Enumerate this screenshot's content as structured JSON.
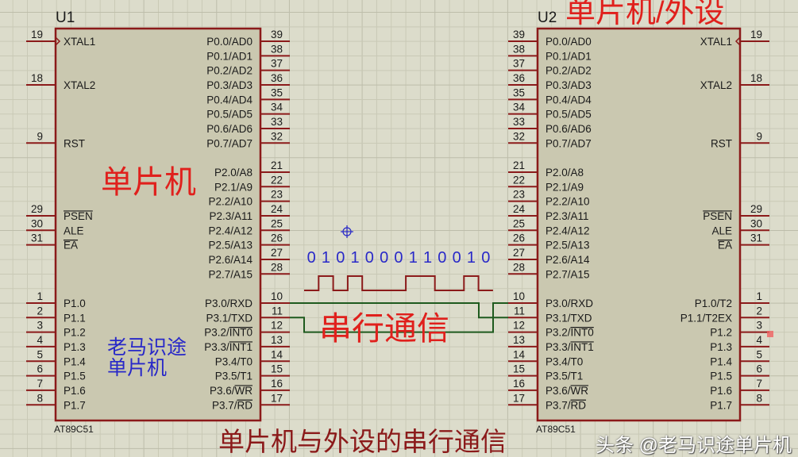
{
  "colors": {
    "background": "#dcdccb",
    "grid": "#c9c9b6",
    "chip_fill": "#cac8b0",
    "chip_border": "#8b1a1a",
    "pin": "#8b1a1a",
    "wire": "#1e5a1e",
    "annotation_red": "#e0201c",
    "annotation_blue": "#2828c8",
    "title_red": "#8b1a1a"
  },
  "u1": {
    "ref": "U1",
    "part": "AT89C51",
    "left_pins": [
      {
        "num": "19",
        "label": "XTAL1"
      },
      {
        "num": "18",
        "label": "XTAL2"
      },
      {
        "num": "9",
        "label": "RST"
      },
      {
        "num": "29",
        "label": "PSEN",
        "overbar": "PSEN"
      },
      {
        "num": "30",
        "label": "ALE"
      },
      {
        "num": "31",
        "label": "EA",
        "overbar": "EA"
      },
      {
        "num": "1",
        "label": "P1.0"
      },
      {
        "num": "2",
        "label": "P1.1"
      },
      {
        "num": "3",
        "label": "P1.2"
      },
      {
        "num": "4",
        "label": "P1.3"
      },
      {
        "num": "5",
        "label": "P1.4"
      },
      {
        "num": "6",
        "label": "P1.5"
      },
      {
        "num": "7",
        "label": "P1.6"
      },
      {
        "num": "8",
        "label": "P1.7"
      }
    ],
    "right_pins": [
      {
        "num": "39",
        "label": "P0.0/AD0"
      },
      {
        "num": "38",
        "label": "P0.1/AD1"
      },
      {
        "num": "37",
        "label": "P0.2/AD2"
      },
      {
        "num": "36",
        "label": "P0.3/AD3"
      },
      {
        "num": "35",
        "label": "P0.4/AD4"
      },
      {
        "num": "34",
        "label": "P0.5/AD5"
      },
      {
        "num": "33",
        "label": "P0.6/AD6"
      },
      {
        "num": "32",
        "label": "P0.7/AD7"
      },
      {
        "num": "21",
        "label": "P2.0/A8"
      },
      {
        "num": "22",
        "label": "P2.1/A9"
      },
      {
        "num": "23",
        "label": "P2.2/A10"
      },
      {
        "num": "24",
        "label": "P2.3/A11"
      },
      {
        "num": "25",
        "label": "P2.4/A12"
      },
      {
        "num": "26",
        "label": "P2.5/A13"
      },
      {
        "num": "27",
        "label": "P2.6/A14"
      },
      {
        "num": "28",
        "label": "P2.7/A15"
      },
      {
        "num": "10",
        "label": "P3.0/RXD"
      },
      {
        "num": "11",
        "label": "P3.1/TXD"
      },
      {
        "num": "12",
        "label": "P3.2/INT0",
        "overbar": "INT0"
      },
      {
        "num": "13",
        "label": "P3.3/INT1",
        "overbar": "INT1"
      },
      {
        "num": "14",
        "label": "P3.4/T0"
      },
      {
        "num": "15",
        "label": "P3.5/T1"
      },
      {
        "num": "16",
        "label": "P3.6/WR",
        "overbar": "WR"
      },
      {
        "num": "17",
        "label": "P3.7/RD",
        "overbar": "RD"
      }
    ]
  },
  "u2": {
    "ref": "U2",
    "part": "AT89C51",
    "left_pins": [
      {
        "num": "39",
        "label": "P0.0/AD0"
      },
      {
        "num": "38",
        "label": "P0.1/AD1"
      },
      {
        "num": "37",
        "label": "P0.2/AD2"
      },
      {
        "num": "36",
        "label": "P0.3/AD3"
      },
      {
        "num": "35",
        "label": "P0.4/AD4"
      },
      {
        "num": "34",
        "label": "P0.5/AD5"
      },
      {
        "num": "33",
        "label": "P0.6/AD6"
      },
      {
        "num": "32",
        "label": "P0.7/AD7"
      },
      {
        "num": "21",
        "label": "P2.0/A8"
      },
      {
        "num": "22",
        "label": "P2.1/A9"
      },
      {
        "num": "23",
        "label": "P2.2/A10"
      },
      {
        "num": "24",
        "label": "P2.3/A11"
      },
      {
        "num": "25",
        "label": "P2.4/A12"
      },
      {
        "num": "26",
        "label": "P2.5/A13"
      },
      {
        "num": "27",
        "label": "P2.6/A14"
      },
      {
        "num": "28",
        "label": "P2.7/A15"
      },
      {
        "num": "10",
        "label": "P3.0/RXD"
      },
      {
        "num": "11",
        "label": "P3.1/TXD"
      },
      {
        "num": "12",
        "label": "P3.2/INT0",
        "overbar": "INT0"
      },
      {
        "num": "13",
        "label": "P3.3/INT1",
        "overbar": "INT1"
      },
      {
        "num": "14",
        "label": "P3.4/T0"
      },
      {
        "num": "15",
        "label": "P3.5/T1"
      },
      {
        "num": "16",
        "label": "P3.6/WR",
        "overbar": "WR"
      },
      {
        "num": "17",
        "label": "P3.7/RD",
        "overbar": "RD"
      }
    ],
    "right_pins": [
      {
        "num": "19",
        "label": "XTAL1"
      },
      {
        "num": "18",
        "label": "XTAL2"
      },
      {
        "num": "9",
        "label": "RST"
      },
      {
        "num": "29",
        "label": "PSEN",
        "overbar": "PSEN"
      },
      {
        "num": "30",
        "label": "ALE"
      },
      {
        "num": "31",
        "label": "EA",
        "overbar": "EA"
      },
      {
        "num": "1",
        "label": "P1.0/T2"
      },
      {
        "num": "2",
        "label": "P1.1/T2EX"
      },
      {
        "num": "3",
        "label": "P1.2"
      },
      {
        "num": "4",
        "label": "P1.3"
      },
      {
        "num": "5",
        "label": "P1.4"
      },
      {
        "num": "6",
        "label": "P1.5"
      },
      {
        "num": "7",
        "label": "P1.6"
      },
      {
        "num": "8",
        "label": "P1.7"
      }
    ]
  },
  "annotations": {
    "u1_label": "单片机",
    "u2_label": "单片机/外设",
    "serial_label": "串行通信",
    "bits": [
      "0",
      "1",
      "0",
      "1",
      "0",
      "0",
      "0",
      "1",
      "1",
      "0",
      "0",
      "1",
      "0"
    ],
    "author_label": "老马识途单片机",
    "title": "单片机与外设的串行通信",
    "watermark": "头条 @老马识途单片机"
  }
}
